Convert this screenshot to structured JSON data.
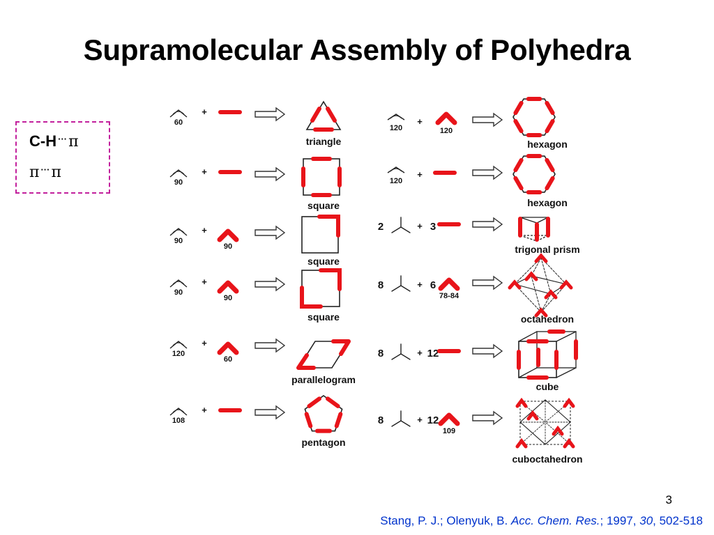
{
  "slide": {
    "title": "Supramolecular Assembly of Polyhedra",
    "page_number": "3"
  },
  "legend": {
    "line1": {
      "text": "C-H",
      "dots": "···",
      "pi": "π"
    },
    "line2": {
      "pi_a": "π",
      "dots": "···",
      "pi_b": "π"
    }
  },
  "citation": {
    "authors": "Stang, P. J.; Olenyuk, B. ",
    "journal": "Acc. Chem. Res.",
    "sep": "; 1997, ",
    "volume": "30",
    "pages": ", 502-518"
  },
  "figure": {
    "colors": {
      "red": "#e8141a",
      "ink": "#222222",
      "arrow": "#333333"
    },
    "left_rows": [
      {
        "angle": "60",
        "partner_angle": null,
        "product": "triangle"
      },
      {
        "angle": "90",
        "partner_angle": null,
        "product": "square"
      },
      {
        "angle": "90",
        "partner_angle": "90",
        "product": "square"
      },
      {
        "angle": "90",
        "partner_angle": "90",
        "product": "square"
      },
      {
        "angle": "120",
        "partner_angle": "60",
        "product": "parallelogram"
      },
      {
        "angle": "108",
        "partner_angle": null,
        "product": "pentagon"
      }
    ],
    "right_rows": [
      {
        "count1": "",
        "angle": "120",
        "count2": "",
        "partner_angle": "120",
        "product": "hexagon"
      },
      {
        "count1": "",
        "angle": "120",
        "count2": "",
        "partner_angle": null,
        "product": "hexagon"
      },
      {
        "count1": "2",
        "angle": "",
        "count2": "3",
        "partner_angle": null,
        "product": "trigonal prism"
      },
      {
        "count1": "8",
        "angle": "",
        "count2": "6",
        "partner_angle": "78-84",
        "product": "octahedron"
      },
      {
        "count1": "8",
        "angle": "",
        "count2": "12",
        "partner_angle": null,
        "product": "cube"
      },
      {
        "count1": "8",
        "angle": "",
        "count2": "12",
        "partner_angle": "109",
        "product": "cuboctahedron"
      }
    ]
  }
}
